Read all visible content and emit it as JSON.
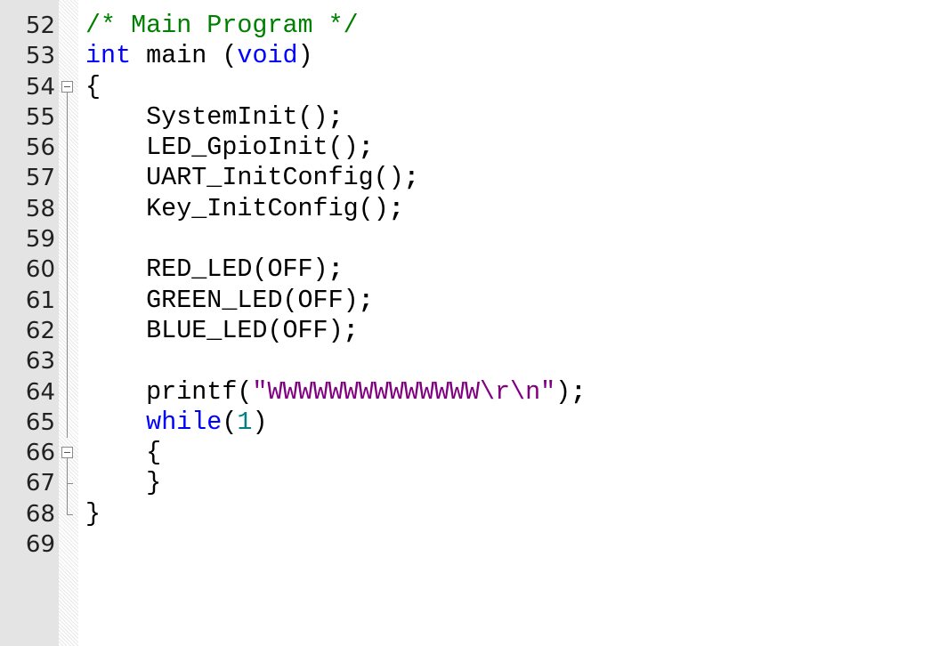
{
  "editor": {
    "colors": {
      "comment": "#008000",
      "keyword": "#0000ff",
      "string": "#800080",
      "number": "#008080",
      "text": "#000000",
      "gutter": "#e4e4e4"
    },
    "lines": [
      {
        "num": "52",
        "fold": "none",
        "tokens": [
          {
            "t": "/* Main Program */",
            "c": "comment"
          }
        ]
      },
      {
        "num": "53",
        "fold": "none",
        "tokens": [
          {
            "t": "int",
            "c": "kw"
          },
          {
            "t": " main ",
            "c": "plain"
          },
          {
            "t": "(",
            "c": "plain"
          },
          {
            "t": "void",
            "c": "kw"
          },
          {
            "t": ")",
            "c": "plain"
          }
        ]
      },
      {
        "num": "54",
        "fold": "box-line",
        "tokens": [
          {
            "t": "{",
            "c": "plain"
          }
        ]
      },
      {
        "num": "55",
        "fold": "vert",
        "tokens": [
          {
            "t": "    SystemInit()",
            "c": "plain"
          },
          {
            "t": ";",
            "c": "op"
          }
        ]
      },
      {
        "num": "56",
        "fold": "vert",
        "tokens": [
          {
            "t": "    LED_GpioInit()",
            "c": "plain"
          },
          {
            "t": ";",
            "c": "op"
          }
        ]
      },
      {
        "num": "57",
        "fold": "vert",
        "tokens": [
          {
            "t": "    UART_InitConfig()",
            "c": "plain"
          },
          {
            "t": ";",
            "c": "op"
          }
        ]
      },
      {
        "num": "58",
        "fold": "vert",
        "tokens": [
          {
            "t": "    Key_InitConfig()",
            "c": "plain"
          },
          {
            "t": ";",
            "c": "op"
          }
        ]
      },
      {
        "num": "59",
        "fold": "vert",
        "tokens": []
      },
      {
        "num": "60",
        "fold": "vert",
        "tokens": [
          {
            "t": "    RED_LED(OFF)",
            "c": "plain"
          },
          {
            "t": ";",
            "c": "op"
          }
        ]
      },
      {
        "num": "61",
        "fold": "vert",
        "tokens": [
          {
            "t": "    GREEN_LED(OFF)",
            "c": "plain"
          },
          {
            "t": ";",
            "c": "op"
          }
        ]
      },
      {
        "num": "62",
        "fold": "vert",
        "tokens": [
          {
            "t": "    BLUE_LED(OFF)",
            "c": "plain"
          },
          {
            "t": ";",
            "c": "op"
          }
        ]
      },
      {
        "num": "63",
        "fold": "vert",
        "tokens": []
      },
      {
        "num": "64",
        "fold": "vert",
        "tokens": [
          {
            "t": "    printf(",
            "c": "plain"
          },
          {
            "t": "\"WWWWWWWWWWWWWW\\r\\n\"",
            "c": "str"
          },
          {
            "t": ")",
            "c": "plain"
          },
          {
            "t": ";",
            "c": "op"
          }
        ]
      },
      {
        "num": "65",
        "fold": "vert",
        "tokens": [
          {
            "t": "    ",
            "c": "plain"
          },
          {
            "t": "while",
            "c": "kw"
          },
          {
            "t": "(",
            "c": "plain"
          },
          {
            "t": "1",
            "c": "num"
          },
          {
            "t": ")",
            "c": "plain"
          }
        ]
      },
      {
        "num": "66",
        "fold": "box-line",
        "tokens": [
          {
            "t": "    {",
            "c": "plain"
          }
        ]
      },
      {
        "num": "67",
        "fold": "tee",
        "tokens": [
          {
            "t": "    }",
            "c": "plain"
          }
        ]
      },
      {
        "num": "68",
        "fold": "end",
        "tokens": [
          {
            "t": "}",
            "c": "plain"
          }
        ]
      },
      {
        "num": "69",
        "fold": "none",
        "tokens": []
      }
    ]
  }
}
